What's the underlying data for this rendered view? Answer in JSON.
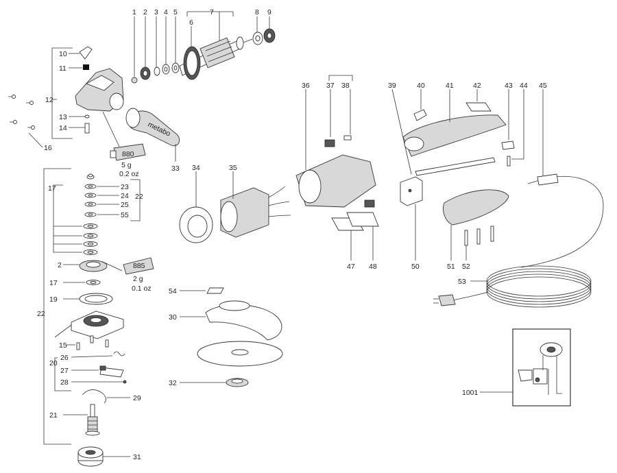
{
  "callouts": {
    "c1": "1",
    "c2": "2",
    "c3": "3",
    "c4": "4",
    "c5": "5",
    "c6": "6",
    "c7": "7",
    "c8": "8",
    "c9": "9",
    "c10": "10",
    "c11": "11",
    "c12": "12",
    "c13": "13",
    "c14": "14",
    "c15": "15",
    "c16": "16",
    "c17a": "17",
    "c17b": "17",
    "c19": "19",
    "c2b": "2",
    "c20": "20",
    "c21": "21",
    "c22a": "22",
    "c22b": "22",
    "c23": "23",
    "c24": "24",
    "c25": "25",
    "c55": "55",
    "c26": "26",
    "c27": "27",
    "c28": "28",
    "c29": "29",
    "c30": "30",
    "c31": "31",
    "c32": "32",
    "c33": "33",
    "c34": "34",
    "c35": "35",
    "c36": "36",
    "c37": "37",
    "c38": "38",
    "c39": "39",
    "c40": "40",
    "c41": "41",
    "c42": "42",
    "c43": "43",
    "c44": "44",
    "c45": "45",
    "c47": "47",
    "c48": "48",
    "c50": "50",
    "c51": "51",
    "c52": "52",
    "c53": "53",
    "c54": "54",
    "c1001": "1001"
  },
  "grease_880": {
    "code": "880",
    "amount": "5 g",
    "amount_oz": "0.2 oz"
  },
  "grease_885": {
    "code": "885",
    "amount": "2 g",
    "amount_oz": "0.1 oz"
  },
  "handle_brand": "metabo"
}
